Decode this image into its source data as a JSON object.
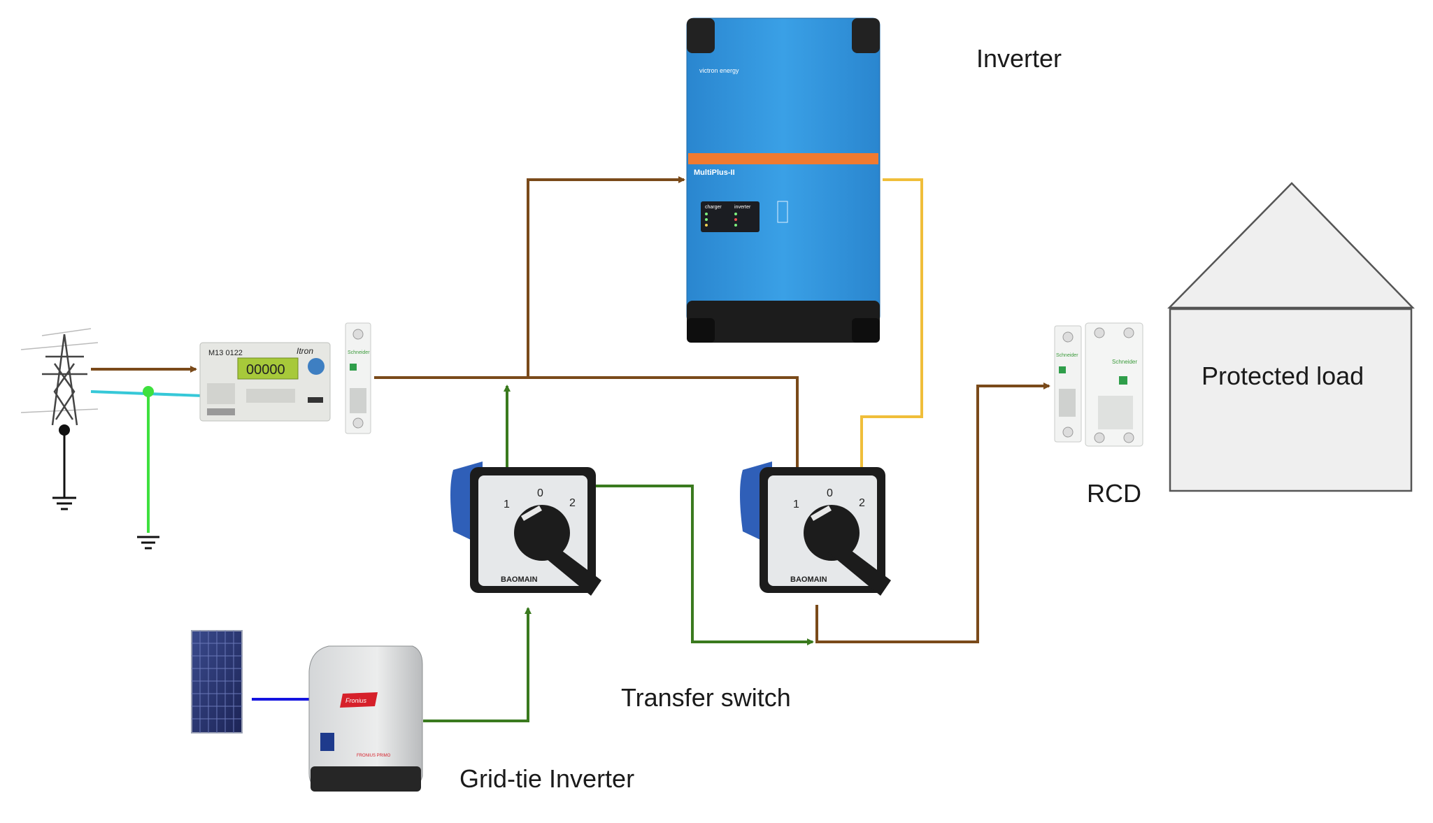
{
  "labels": {
    "inverter": "Inverter",
    "protected_load": "Protected load",
    "rcd": "RCD",
    "transfer_switch": "Transfer switch",
    "grid_tie_inverter": "Grid-tie Inverter"
  },
  "devices": {
    "meter_model": "M13 0122",
    "meter_brand": "Itron",
    "meter_display": "00000",
    "breaker_brand": "Schneider",
    "inverter_brand": "victron energy",
    "inverter_model": "MultiPlus-II",
    "inverter_panel_left": "charger",
    "inverter_panel_right": "inverter",
    "switch_brand": "BAOMAIN",
    "switch_pos_1": "1",
    "switch_pos_0": "0",
    "switch_pos_2": "2",
    "gti_brand": "Fronius",
    "gti_model": "FRONIUS PRIMO"
  },
  "colors": {
    "live": "#7a4a1a",
    "neutral": "#36c8d8",
    "earth": "#3ee03e",
    "switched": "#3a7a1e",
    "inverter_out": "#f0be3a",
    "dc": "#1414e0",
    "victron_blue": "#2b8fd8"
  }
}
